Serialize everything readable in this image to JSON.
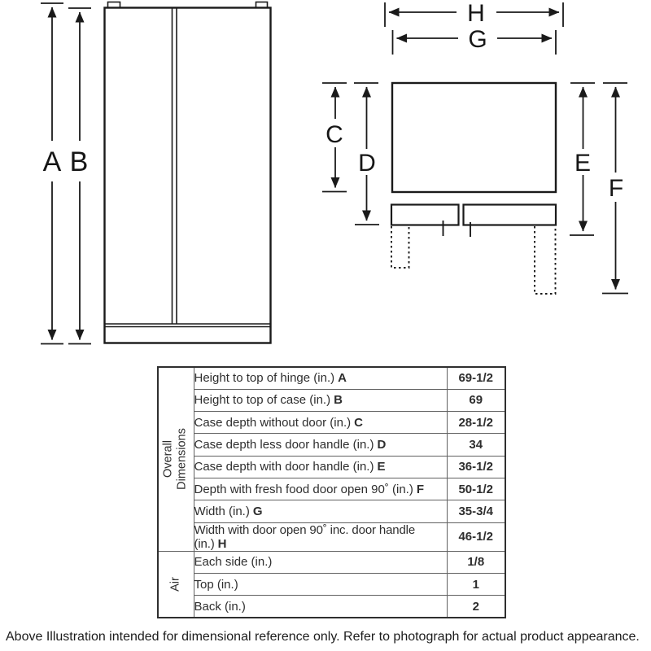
{
  "colors": {
    "line": "#1a1a1a",
    "text": "#2e2e2e"
  },
  "dims": {
    "a": "A",
    "b": "B",
    "c": "C",
    "d": "D",
    "e": "E",
    "f": "F",
    "g": "G",
    "h": "H"
  },
  "table": {
    "sections": [
      {
        "label": "Overall Dimensions",
        "label_lines": [
          "Overall",
          "Dimensions"
        ],
        "rows": [
          {
            "desc": "Height to top of hinge (in.)",
            "key": "A",
            "value": "69-1/2"
          },
          {
            "desc": "Height to top of case (in.)",
            "key": "B",
            "value": "69"
          },
          {
            "desc": "Case depth without door (in.)",
            "key": "C",
            "value": "28-1/2"
          },
          {
            "desc": "Case depth less door handle (in.)",
            "key": "D",
            "value": "34"
          },
          {
            "desc": "Case depth with door handle (in.)",
            "key": "E",
            "value": "36-1/2"
          },
          {
            "desc": "Depth with fresh food door open 90˚ (in.)",
            "key": "F",
            "value": "50-1/2"
          },
          {
            "desc": "Width (in.)",
            "key": "G",
            "value": "35-3/4"
          },
          {
            "desc": "Width with door open 90˚ inc. door handle (in.)",
            "key": "H",
            "value": "46-1/2"
          }
        ]
      },
      {
        "label": "Air",
        "rows": [
          {
            "desc": "Each side (in.)",
            "key": "",
            "value": "1/8"
          },
          {
            "desc": "Top (in.)",
            "key": "",
            "value": "1"
          },
          {
            "desc": "Back (in.)",
            "key": "",
            "value": "2"
          }
        ]
      }
    ]
  },
  "caption": "Above Illustration intended for dimensional reference only. Refer to photograph for actual product appearance."
}
